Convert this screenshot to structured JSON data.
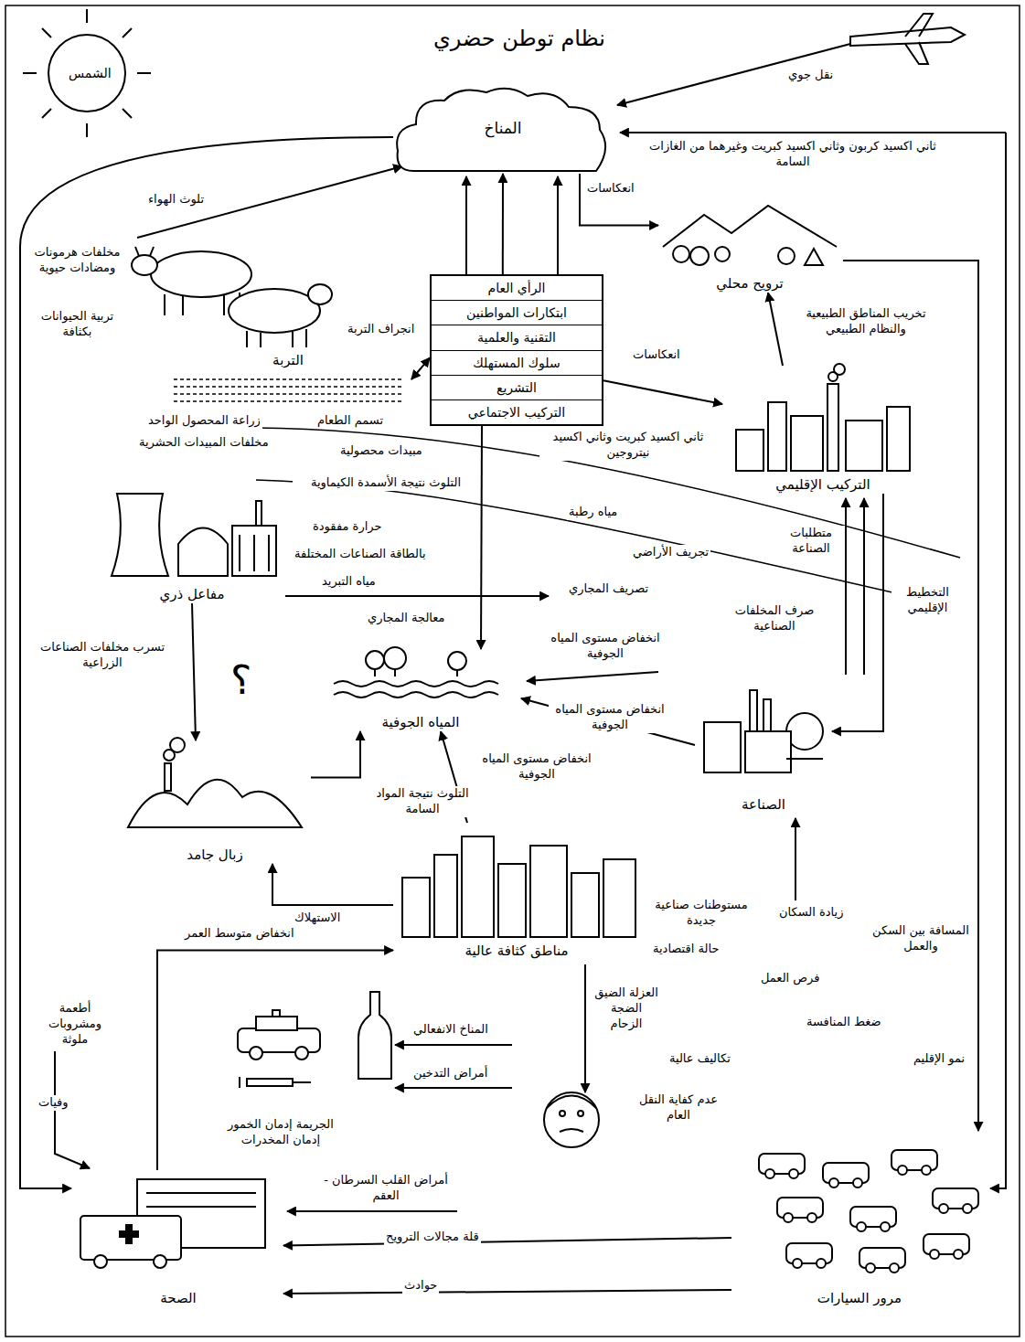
{
  "diagram": {
    "title": "نظام توطن حضري",
    "nodes": [
      {
        "text": [
          "الرأي العام",
          "ابتكارات المواطنين",
          "التقنية والعلمية",
          "سلوك المستهلك",
          "التشريع",
          "التركيب الاجتماعي"
        ]
      },
      {
        "text": [
          "المناخ"
        ]
      },
      {
        "text": [
          "ترويح محلي"
        ]
      },
      {
        "text": [
          "التربة"
        ]
      },
      {
        "text": [
          "مفاعل ذري"
        ]
      },
      {
        "text": [
          "المياه الجوفية"
        ]
      },
      {
        "text": [
          "الصناعة"
        ]
      },
      {
        "text": [
          "زبال جامد"
        ]
      },
      {
        "text": [
          "الصحة"
        ]
      },
      {
        "text": [
          "التركيب الإقليمي"
        ]
      },
      {
        "text": [
          "مناطق كثافة عالية"
        ]
      },
      {
        "text": [
          "مرور السيارات"
        ]
      }
    ],
    "edges": [
      {
        "from": 0,
        "to": 1,
        "arrow": "to"
      },
      {
        "from": 1,
        "to": 2,
        "label": "انعكاسات",
        "arrow": "to"
      },
      {
        "from": 3,
        "to": 0,
        "label": "انجراف التربة",
        "arrow": "both"
      },
      {
        "from": 0,
        "to": 9,
        "label": "انعكاسات",
        "arrow": "to"
      },
      {
        "from": 9,
        "to": 2,
        "label": "تخريب المناطق الطبيعية والنظام الطبيعي",
        "arrow": "to"
      },
      {
        "from": 0,
        "to": 5,
        "label": "معالجة المجاري",
        "arrow": "to"
      },
      {
        "from": 4,
        "to": 7,
        "label": "تسرب مخلفات الصناعات الزراعية",
        "arrow": "to"
      },
      {
        "from": 7,
        "to": 5,
        "label": "التلوث نتيجة المواد السامة",
        "arrow": "to"
      },
      {
        "from": 10,
        "to": 5,
        "label": "انخفاض مستوى المياه الجوفية",
        "arrow": "to"
      },
      {
        "from": 6,
        "to": 5,
        "label": "انخفاض مستوى المياه الجوفية",
        "arrow": "to"
      },
      {
        "from": 9,
        "to": 6,
        "label": "التخطيط الإقليمي",
        "arrow": "to"
      },
      {
        "from": 10,
        "to": 7,
        "label": "الاستهلاك",
        "arrow": "to"
      },
      {
        "from": 8,
        "to": 10,
        "label": "انخفاض متوسط العمر",
        "arrow": "to"
      },
      {
        "from": 11,
        "to": 8,
        "label": "قلة مجالات الترويح",
        "arrow": "to"
      },
      {
        "from": 11,
        "to": 8,
        "label": "حوادث",
        "arrow": "to"
      }
    ],
    "labels": [
      "الشمس",
      "نقل جوي",
      "ثاني اكسيد كربون وثاني اكسيد كبريت وغيرهما من الغازات السامة",
      "تلوث الهواء",
      "مخلفات هرمونات ومضادات حيوية",
      "تربية الحيوانات بكثافة",
      "زراعة المحصول الواحد",
      "تسمم الطعام",
      "مخلفات المبيدات الحشرية",
      "مبيدات محصولية",
      "التلوث نتيجة الأسمدة الكيماوية",
      "حرارة مفقودة",
      "بالطاقة الصناعات المختلفة",
      "مياه التبريد",
      "ثاني اكسيد كبريت وثاني اكسيد نيتروجين",
      "مياه رطبة",
      "تجريف الأراضي",
      "تصريف المجاري",
      "صرف المخلفات الصناعية",
      "متطلبات الصناعة",
      "انخفاض مستوى المياه الجوفية",
      "؟",
      "أطعمة ومشروبات ملوثة",
      "وفيات",
      "المناخ الانفعالي",
      "أمراض التدخين",
      "الجريمة إدمان الخمور إدمان المخدرات",
      "العزلة الضيق الضجة الزحام",
      "مستوطنات صناعية جديدة",
      "حالة اقتصادية",
      "زيادة السكان",
      "فرص العمل",
      "ضغط المنافسة",
      "المسافة بين السكن والعمل",
      "نمو الإقليم",
      "تكاليف عالية",
      "عدم كفاية النقل العام",
      "أمراض القلب السرطان - العقم"
    ]
  }
}
